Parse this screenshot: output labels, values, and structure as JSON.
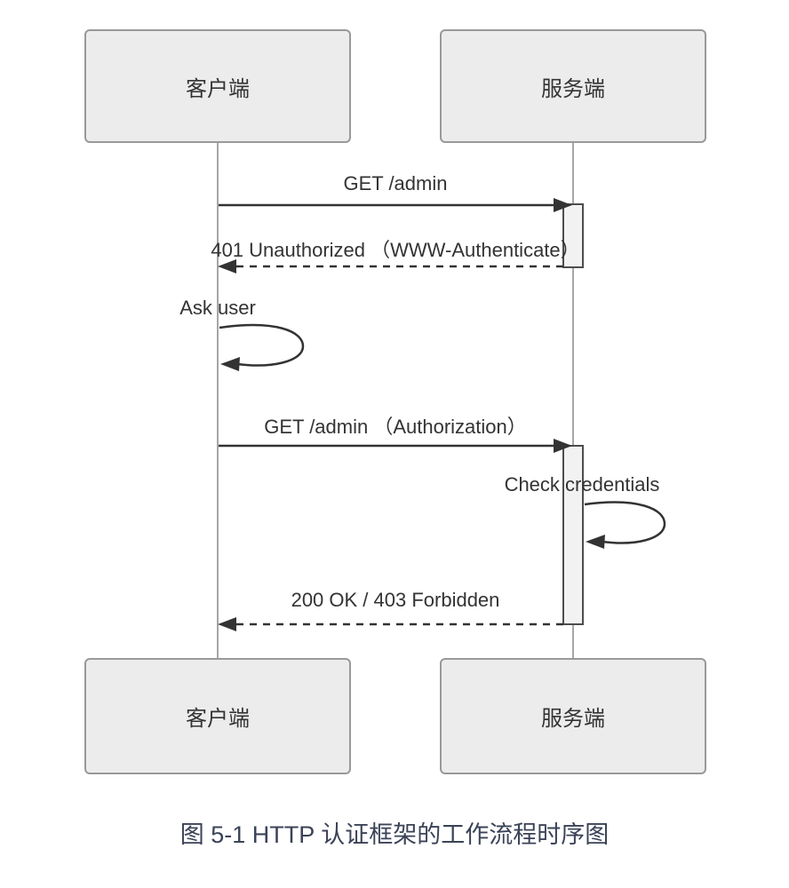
{
  "diagram": {
    "type": "sequence-diagram",
    "actors": {
      "client": "客户端",
      "server": "服务端"
    },
    "messages": [
      {
        "label": "GET /admin",
        "type": "solid",
        "from": "client",
        "to": "server"
      },
      {
        "label": "401 Unauthorized （WWW-Authenticate）",
        "type": "dashed",
        "from": "server",
        "to": "client"
      },
      {
        "label": "Ask user",
        "type": "self-loop",
        "actor": "client"
      },
      {
        "label": "GET /admin （Authorization）",
        "type": "solid",
        "from": "client",
        "to": "server"
      },
      {
        "label": "Check credentials",
        "type": "self-loop",
        "actor": "server"
      },
      {
        "label": "200 OK / 403 Forbidden",
        "type": "dashed",
        "from": "server",
        "to": "client"
      }
    ],
    "caption": "图 5-1 HTTP 认证框架的工作流程时序图",
    "colors": {
      "background": "#ffffff",
      "actor_fill": "#ececec",
      "actor_border": "#999999",
      "lifeline": "#a6a6a6",
      "arrow": "#333333",
      "activation_fill": "#f2f2f2",
      "activation_border": "#4d4d4d",
      "message_text": "#333333",
      "caption_text": "#3b4357"
    }
  }
}
